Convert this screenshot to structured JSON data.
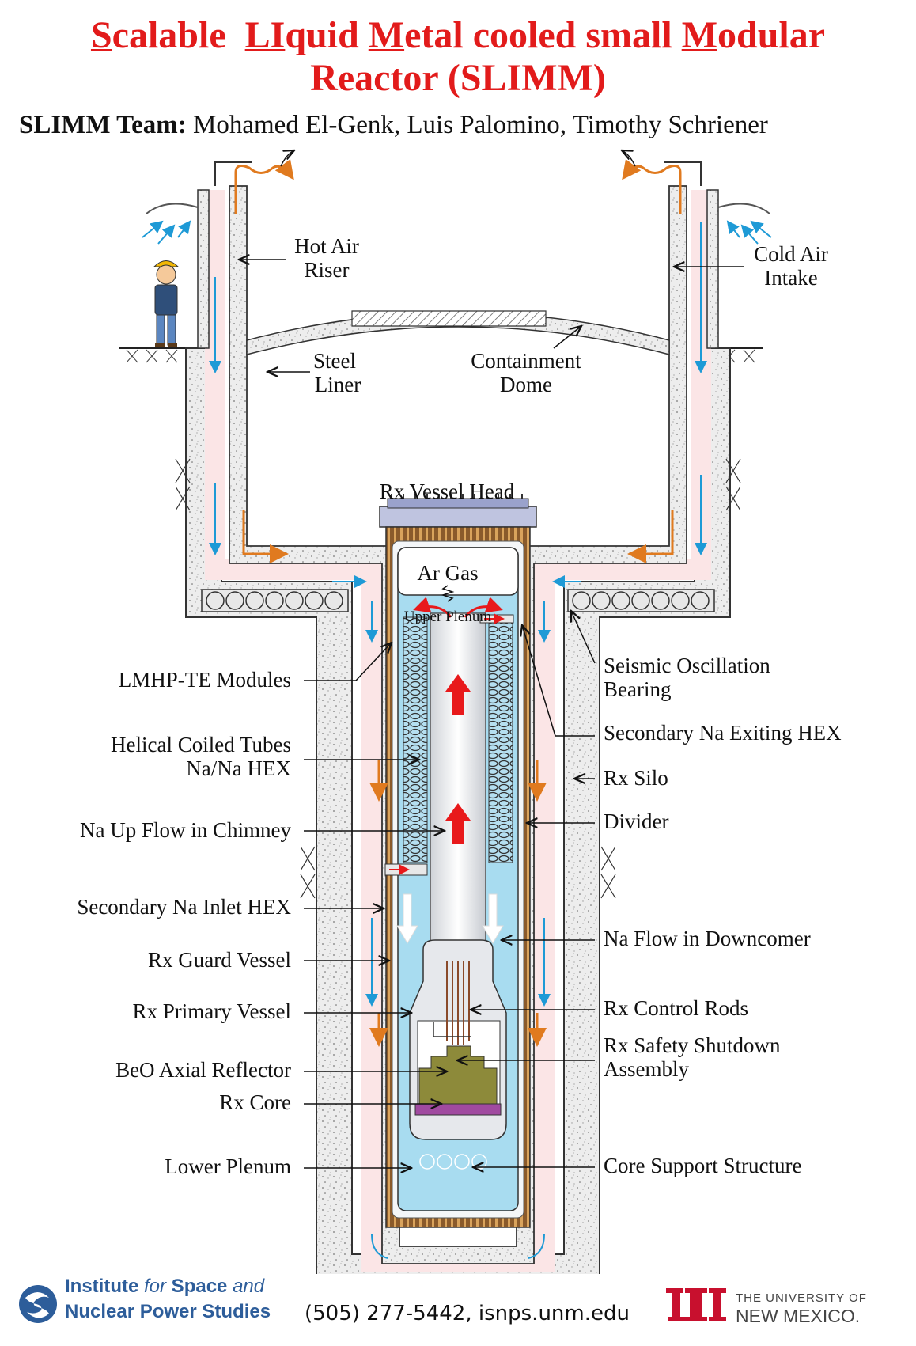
{
  "title": {
    "line1": [
      {
        "text": "S",
        "u": true
      },
      {
        "text": "calable  ",
        "u": false
      },
      {
        "text": "LI",
        "u": true
      },
      {
        "text": "quid ",
        "u": false
      },
      {
        "text": "M",
        "u": true
      },
      {
        "text": "etal cooled small ",
        "u": false
      },
      {
        "text": "M",
        "u": true
      },
      {
        "text": "odular",
        "u": false
      }
    ],
    "line2": "Reactor (SLIMM)"
  },
  "team": {
    "label": "SLIMM Team:",
    "members": "Mohamed El-Genk, Luis Palomino, Timothy Schriener"
  },
  "labels": {
    "hot_air_riser_1": "Hot Air",
    "hot_air_riser_2": "Riser",
    "cold_air_intake_1": "Cold Air",
    "cold_air_intake_2": "Intake",
    "steel_liner_1": "Steel",
    "steel_liner_2": "Liner",
    "containment_dome_1": "Containment",
    "containment_dome_2": "Dome",
    "rx_vessel_head": "Rx Vessel Head",
    "ar_gas": "Ar Gas",
    "upper_plenum": "Upper Plenum",
    "lmhp_te_modules": "LMHP-TE Modules",
    "seismic_bearing_1": "Seismic Oscillation",
    "seismic_bearing_2": "Bearing",
    "helical_coiled_1": "Helical Coiled Tubes",
    "helical_coiled_2": "Na/Na HEX",
    "secondary_exit_hex": "Secondary Na Exiting HEX",
    "rx_silo": "Rx Silo",
    "na_up_flow": "Na Up Flow in Chimney",
    "divider": "Divider",
    "secondary_inlet_hex": "Secondary Na Inlet HEX",
    "na_downcomer": "Na Flow in Downcomer",
    "rx_guard_vessel": "Rx Guard Vessel",
    "rx_control_rods": "Rx Control Rods",
    "rx_primary_vessel": "Rx Primary Vessel",
    "rx_safety_1": "Rx Safety Shutdown",
    "rx_safety_2": "Assembly",
    "beo_reflector": "BeO Axial Reflector",
    "rx_core": "Rx Core",
    "lower_plenum": "Lower Plenum",
    "core_support": "Core Support  Structure"
  },
  "footer": {
    "institute_line1_a": "Institute ",
    "institute_line1_b": "for",
    "institute_line1_c": " Space ",
    "institute_line1_d": "and",
    "institute_line2": "Nuclear Power Studies",
    "contact": "(505) 277-5442, isnps.unm.edu",
    "unm_line1": "THE UNIVERSITY OF",
    "unm_line2": "NEW MEXICO."
  },
  "colors": {
    "title_red": "#e21b1b",
    "sodium_blue": "#a8dcf0",
    "flow_blue": "#1e9ad6",
    "hot_orange": "#e07a1f",
    "hot_red": "#e8191b",
    "institute_blue": "#2d5d9a",
    "unm_red": "#c8102e"
  }
}
